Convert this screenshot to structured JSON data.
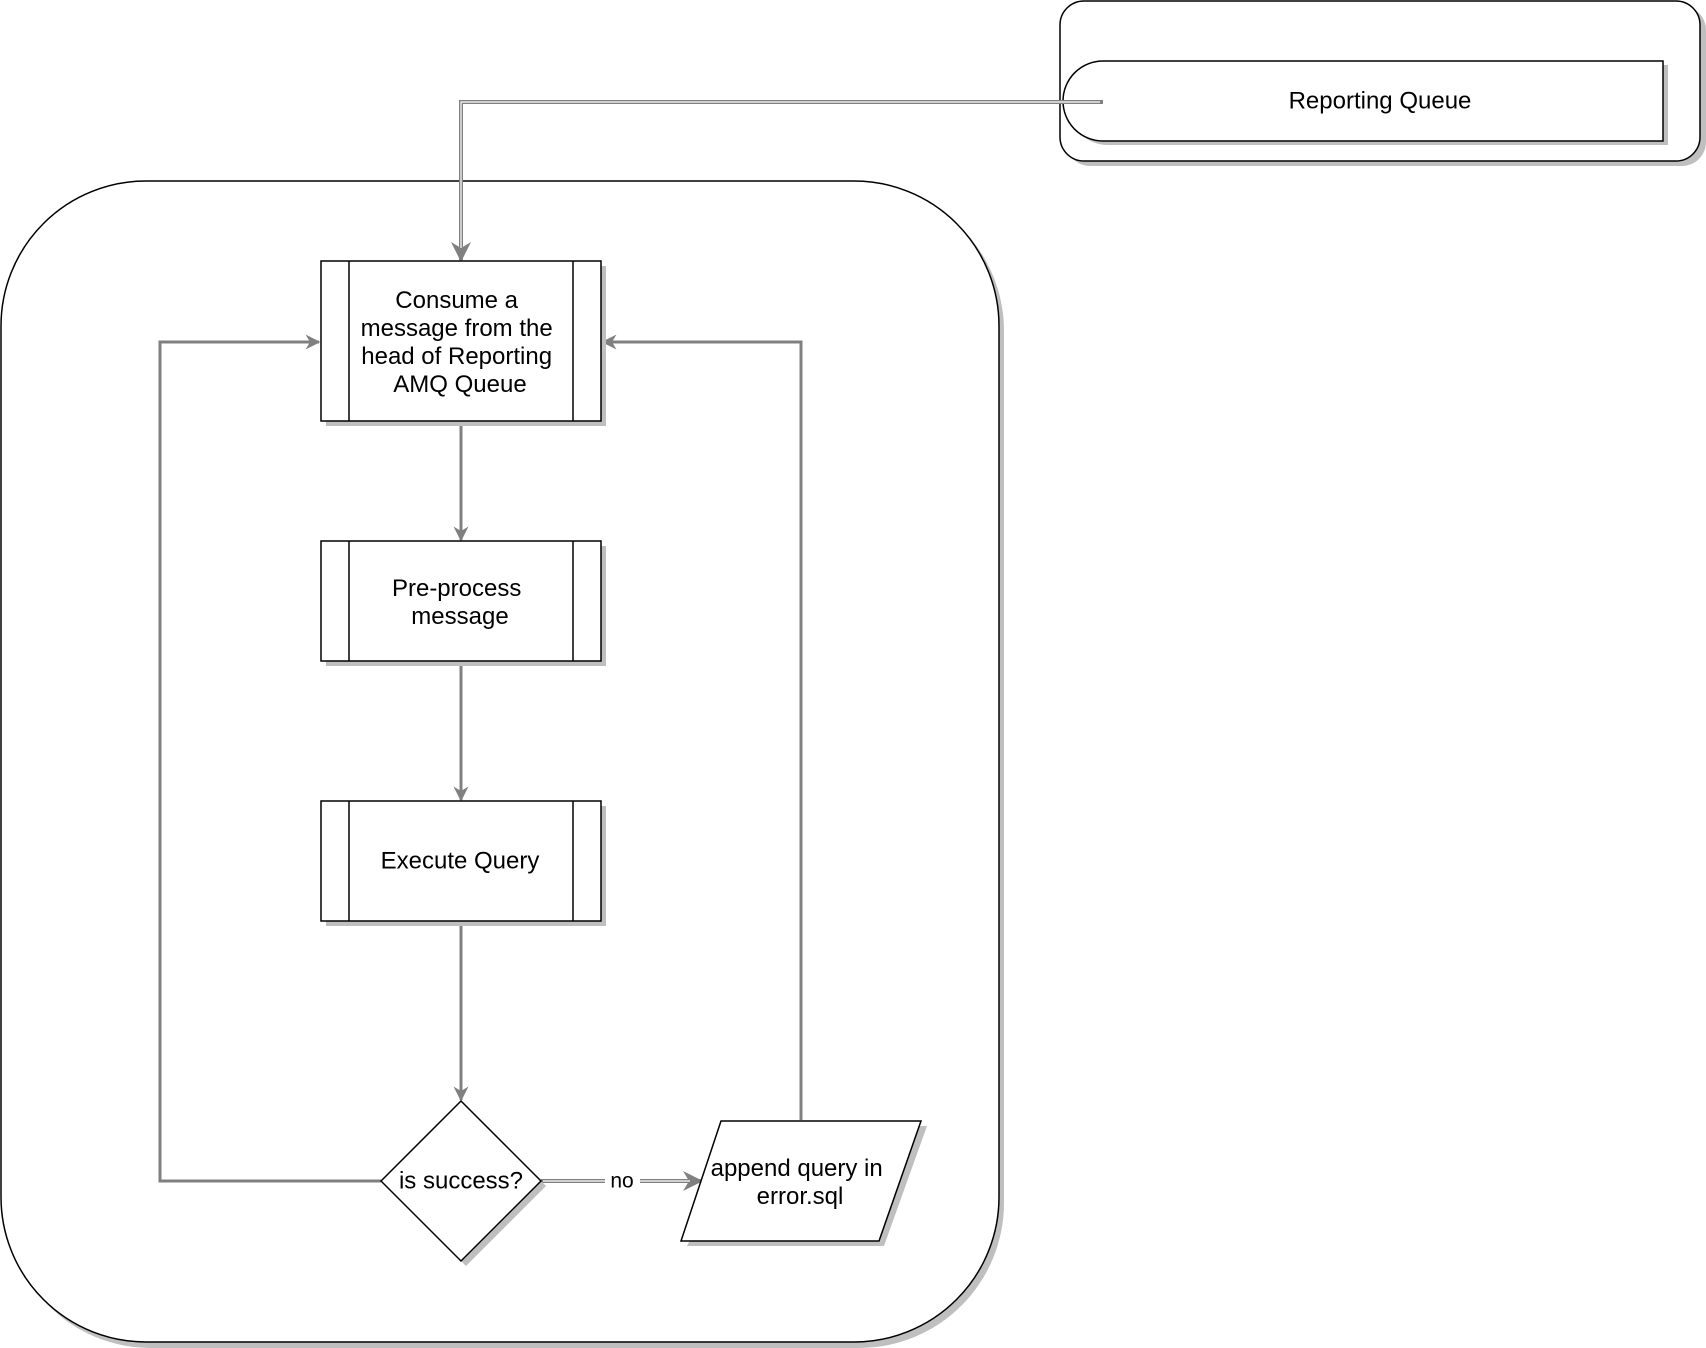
{
  "diagram": {
    "queue_label": "Reporting Queue",
    "consume_lines": [
      "Consume a",
      "message from the",
      "head of Reporting",
      "AMQ Queue"
    ],
    "preprocess_lines": [
      "Pre-process",
      "message"
    ],
    "execute_label": "Execute Query",
    "decision_label": "is success?",
    "append_lines": [
      "append query in",
      "error.sql"
    ],
    "no_label": "no"
  },
  "colors": {
    "stroke": "#000000",
    "connector": "#808080",
    "shadow": "#bfbfbf",
    "background": "#ffffff"
  }
}
